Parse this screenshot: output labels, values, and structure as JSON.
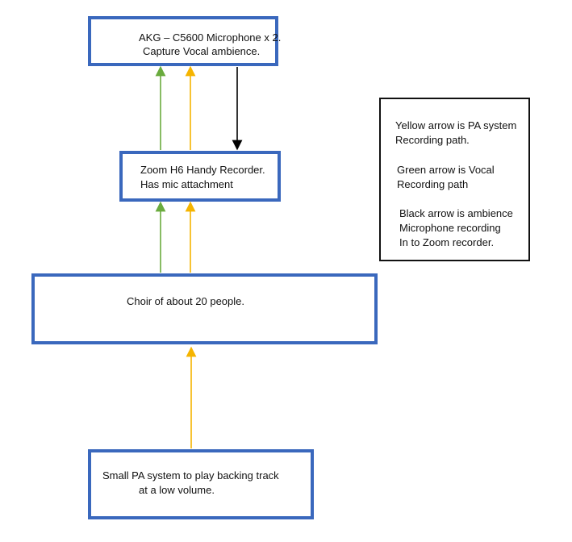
{
  "boxes": {
    "mic": {
      "line1": "AKG – C5600 Microphone x 2.",
      "line2": "Capture Vocal ambience."
    },
    "zoom": {
      "line1": "Zoom H6 Handy Recorder.",
      "line2": "Has mic attachment"
    },
    "choir": {
      "line1": "Choir of about 20 people."
    },
    "pa": {
      "line1": "Small PA system to play backing track",
      "line2": "at a low volume."
    }
  },
  "legend": {
    "yellow": {
      "line1": "Yellow arrow is PA system",
      "line2": "Recording path."
    },
    "green": {
      "line1": "Green arrow is Vocal",
      "line2": "Recording path"
    },
    "black": {
      "line1": "Black arrow is ambience",
      "line2": "Microphone recording",
      "line3": "In to Zoom recorder."
    }
  },
  "colors": {
    "box_border": "#3a68bd",
    "yellow_arrow": "#f5b400",
    "green_arrow": "#6aab3e",
    "black_arrow": "#000000"
  }
}
